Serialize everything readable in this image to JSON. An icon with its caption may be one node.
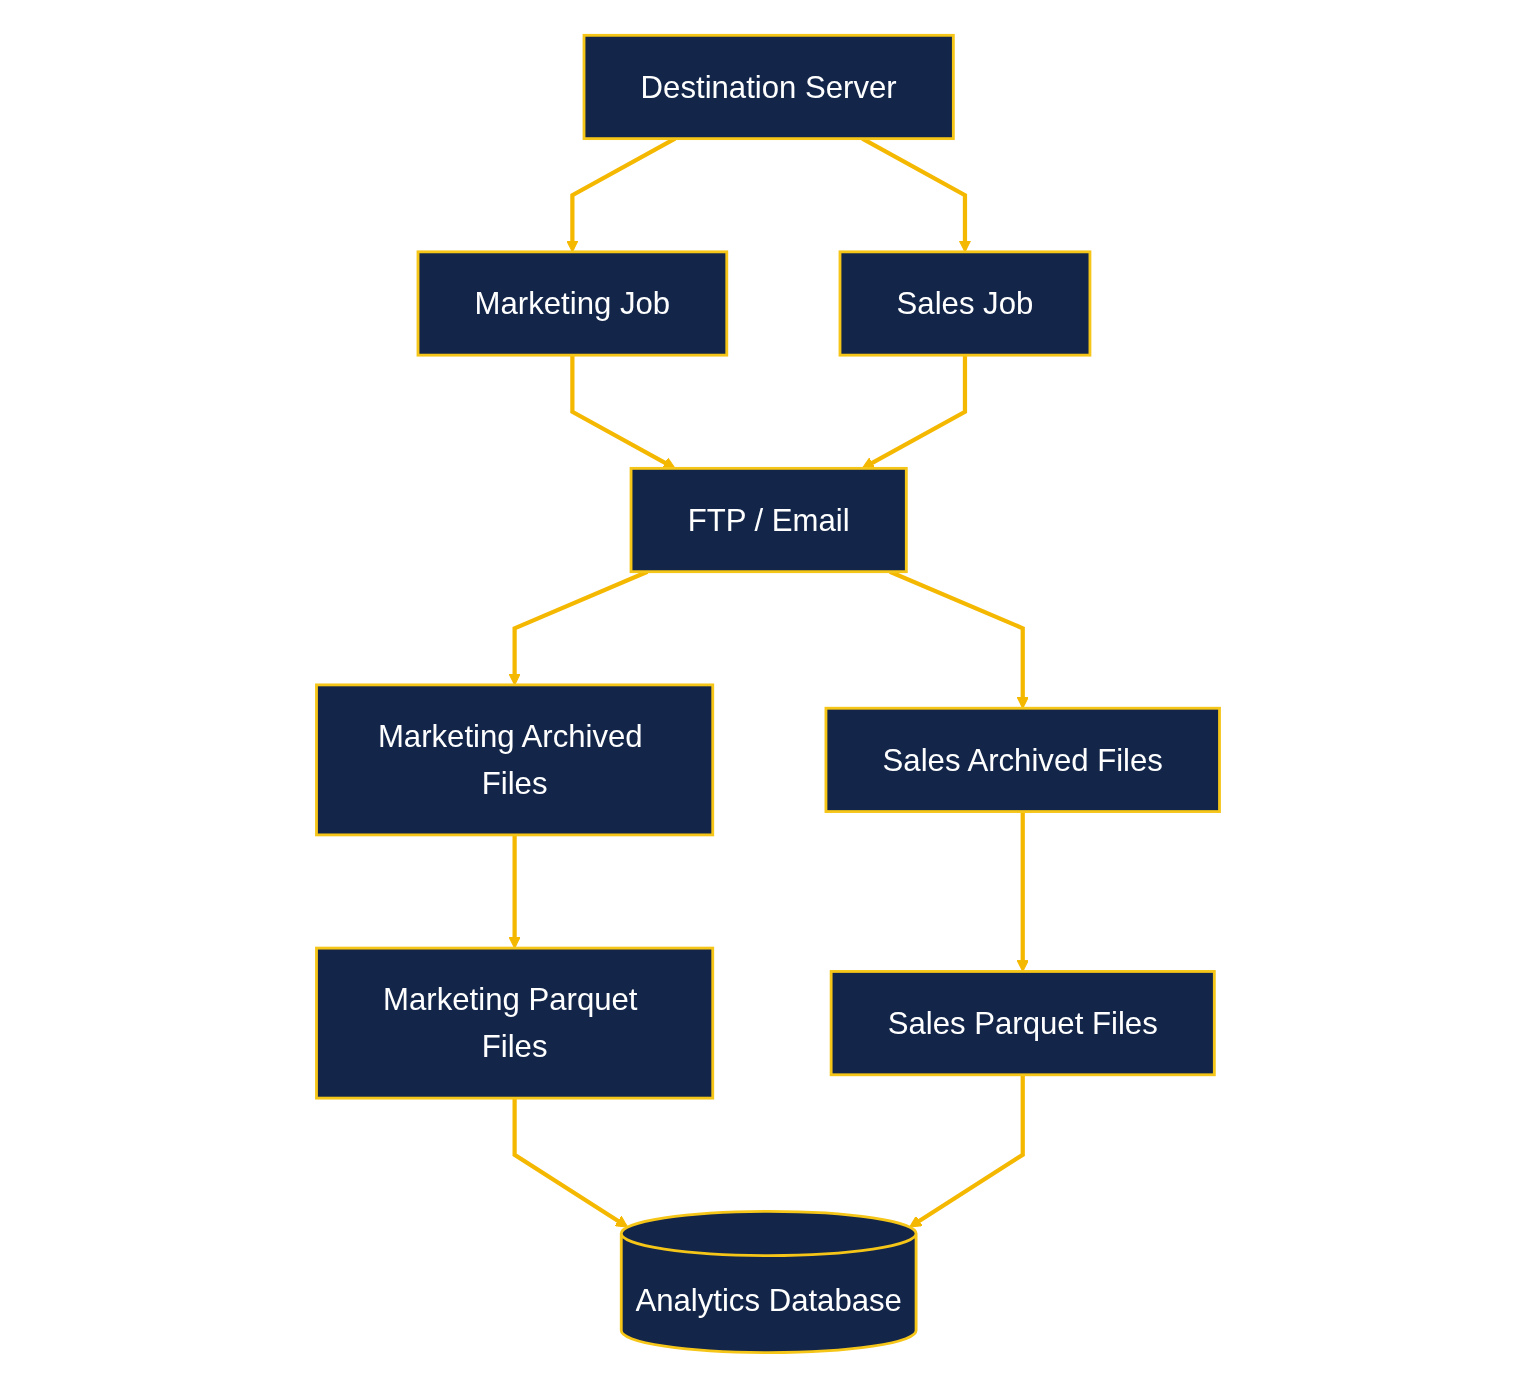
{
  "diagram": {
    "nodes": [
      {
        "text": [
          "Destination Server"
        ]
      },
      {
        "text": [
          "Marketing Job"
        ]
      },
      {
        "text": [
          "Sales Job"
        ]
      },
      {
        "text": [
          "FTP / Email"
        ]
      },
      {
        "text": [
          "Marketing Archived Files"
        ]
      },
      {
        "text": [
          "Sales Archived Files"
        ]
      },
      {
        "text": [
          "Marketing Parquet Files"
        ]
      },
      {
        "text": [
          "Analytics Database"
        ]
      },
      {
        "text": [
          "Sales Parquet Files"
        ]
      }
    ],
    "edges": [
      {
        "from": 0,
        "to": 1,
        "arrow": "to"
      },
      {
        "from": 0,
        "to": 2,
        "arrow": "to"
      },
      {
        "from": 1,
        "to": 3,
        "arrow": "to"
      },
      {
        "from": 2,
        "to": 3,
        "arrow": "to"
      },
      {
        "from": 3,
        "to": 4,
        "arrow": "to"
      },
      {
        "from": 3,
        "to": 5,
        "arrow": "to"
      },
      {
        "from": 4,
        "to": 6,
        "arrow": "to"
      },
      {
        "from": 5,
        "to": 8,
        "arrow": "to"
      },
      {
        "from": 6,
        "to": 7,
        "arrow": "to"
      },
      {
        "from": 8,
        "to": 7,
        "arrow": "to"
      }
    ]
  }
}
